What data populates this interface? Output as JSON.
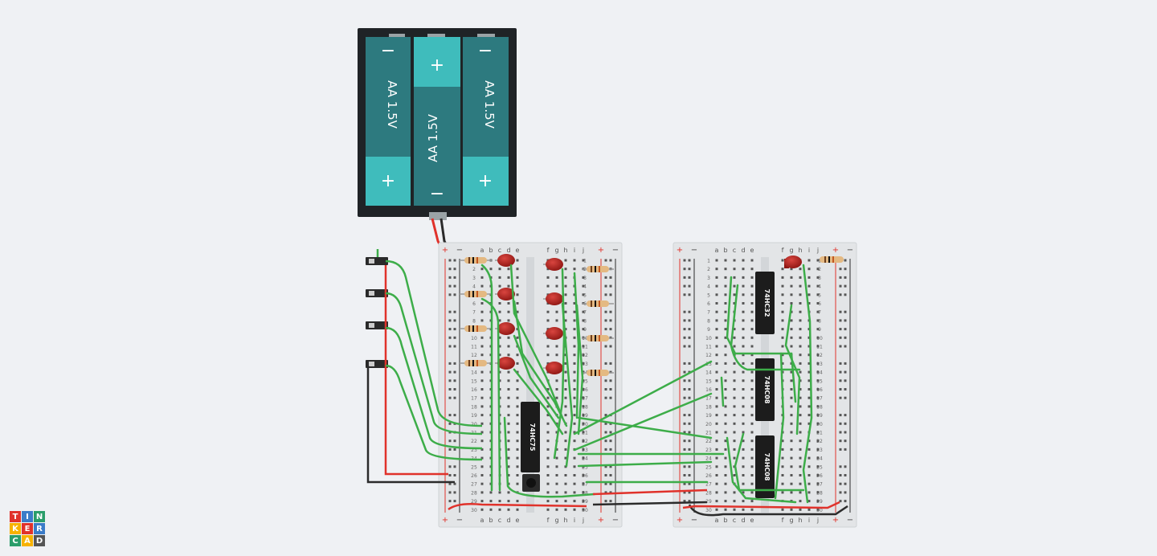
{
  "app": {
    "name": "Tinkercad",
    "logo_letters": [
      "T",
      "I",
      "N",
      "K",
      "E",
      "R",
      "C",
      "A",
      "D"
    ]
  },
  "battery_pack": {
    "cells": [
      "AA 1.5V",
      "AA 1.5V",
      "AA 1.5V"
    ],
    "plus": "+",
    "minus": "−"
  },
  "breadboard_left": {
    "columns_left": [
      "a",
      "b",
      "c",
      "d",
      "e"
    ],
    "columns_right": [
      "f",
      "g",
      "h",
      "i",
      "j"
    ],
    "rail_plus": "+",
    "rail_minus": "−",
    "rows": [
      "1",
      "2",
      "3",
      "4",
      "5",
      "6",
      "7",
      "8",
      "9",
      "10",
      "11",
      "12",
      "13",
      "14",
      "15",
      "16",
      "17",
      "18",
      "19",
      "20",
      "21",
      "22",
      "23",
      "24",
      "25",
      "26",
      "27",
      "28",
      "29",
      "30"
    ]
  },
  "breadboard_right": {
    "columns_left": [
      "a",
      "b",
      "c",
      "d",
      "e"
    ],
    "columns_right": [
      "f",
      "g",
      "h",
      "i",
      "j"
    ],
    "rail_plus": "+",
    "rail_minus": "−",
    "rows": [
      "1",
      "2",
      "3",
      "4",
      "5",
      "6",
      "7",
      "8",
      "9",
      "10",
      "11",
      "12",
      "13",
      "14",
      "15",
      "16",
      "17",
      "18",
      "19",
      "20",
      "21",
      "22",
      "23",
      "24",
      "25",
      "26",
      "27",
      "28",
      "29",
      "30"
    ]
  },
  "chips": {
    "latch": "74HC75",
    "or_gate": "74HC32",
    "and_gate_1": "74HC08",
    "and_gate_2": "74HC08"
  },
  "colors": {
    "wire_green": "#3dad49",
    "wire_red": "#e0322b",
    "wire_black": "#2b2b2b",
    "battery_body": "#2d7a7f",
    "battery_cap": "#3fbcbc",
    "battery_case": "#1f2326",
    "led_red": "#b3221e",
    "breadboard": "#e3e5e7",
    "logo_bg": [
      "#e0322b",
      "#3b7cc8",
      "#2a9d6a",
      "#f7b200",
      "#555"
    ]
  }
}
